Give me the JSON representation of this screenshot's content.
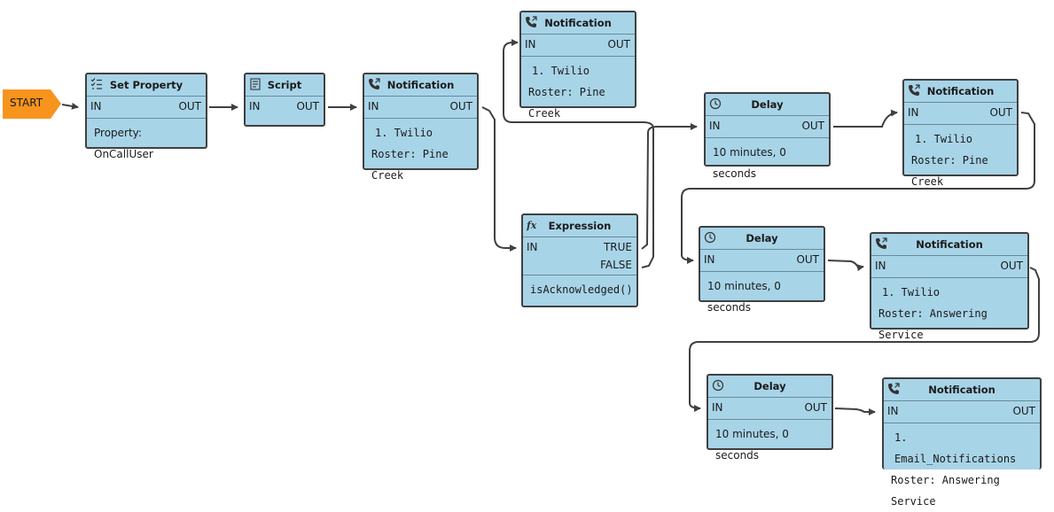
{
  "start": {
    "label": "START"
  },
  "colors": {
    "node_fill": "#a8d4e8",
    "start_fill": "#f7941d",
    "wire": "#404040"
  },
  "nodes": {
    "set_property": {
      "icon": "checklist-icon",
      "title": "Set Property",
      "in": "IN",
      "out": "OUT",
      "line1": "Property: OnCallUser"
    },
    "script": {
      "icon": "script-icon",
      "title": "Script",
      "in": "IN",
      "out": "OUT"
    },
    "notification1": {
      "icon": "phone-icon",
      "title": "Notification",
      "in": "IN",
      "out": "OUT",
      "line1": "1. Twilio",
      "line2": "Roster: Pine Creek"
    },
    "notification2": {
      "icon": "phone-icon",
      "title": "Notification",
      "in": "IN",
      "out": "OUT",
      "line1": "1. Twilio",
      "line2": "Roster: Pine Creek"
    },
    "expression": {
      "icon": "fx-icon",
      "title": "Expression",
      "in": "IN",
      "out_true": "TRUE",
      "out_false": "FALSE",
      "line1": "isAcknowledged()"
    },
    "delay1": {
      "icon": "clock-icon",
      "title": "Delay",
      "in": "IN",
      "out": "OUT",
      "line1": "10 minutes, 0 seconds"
    },
    "notification3": {
      "icon": "phone-icon",
      "title": "Notification",
      "in": "IN",
      "out": "OUT",
      "line1": "1. Twilio",
      "line2": "Roster: Pine Creek"
    },
    "delay2": {
      "icon": "clock-icon",
      "title": "Delay",
      "in": "IN",
      "out": "OUT",
      "line1": "10 minutes, 0 seconds"
    },
    "notification4": {
      "icon": "phone-icon",
      "title": "Notification",
      "in": "IN",
      "out": "OUT",
      "line1": "1. Twilio",
      "line2": "Roster: Answering Service"
    },
    "delay3": {
      "icon": "clock-icon",
      "title": "Delay",
      "in": "IN",
      "out": "OUT",
      "line1": "10 minutes, 0 seconds"
    },
    "notification5": {
      "icon": "phone-icon",
      "title": "Notification",
      "in": "IN",
      "out": "OUT",
      "line1": "1. Email_Notifications",
      "line2": "Roster: Answering Service"
    }
  }
}
